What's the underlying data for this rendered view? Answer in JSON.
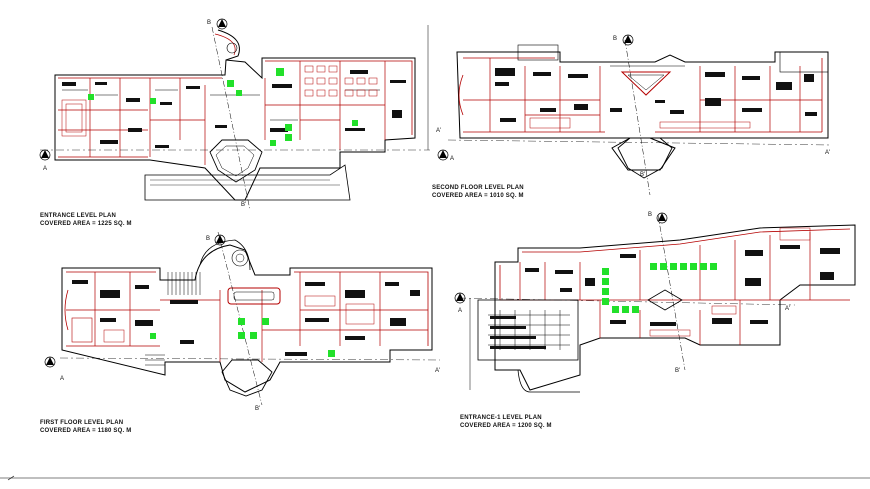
{
  "plans": [
    {
      "title": "ENTRANCE LEVEL PLAN",
      "area": "COVERED AREA = 1225 SQ. M"
    },
    {
      "title": "SECOND FLOOR LEVEL PLAN",
      "area": "COVERED AREA = 1010 SQ. M"
    },
    {
      "title": "FIRST FLOOR LEVEL PLAN",
      "area": "COVERED AREA = 1180 SQ. M"
    },
    {
      "title": "ENTRANCE-1 LEVEL PLAN",
      "area": "COVERED AREA = 1200 SQ. M"
    }
  ],
  "section_marks": {
    "a": "A",
    "a_prime": "A'",
    "b": "B",
    "b_prime": "B'"
  },
  "colors": {
    "line": "#000000",
    "wall": "#b40000",
    "furniture": "#111111",
    "green": "#22e02a"
  }
}
